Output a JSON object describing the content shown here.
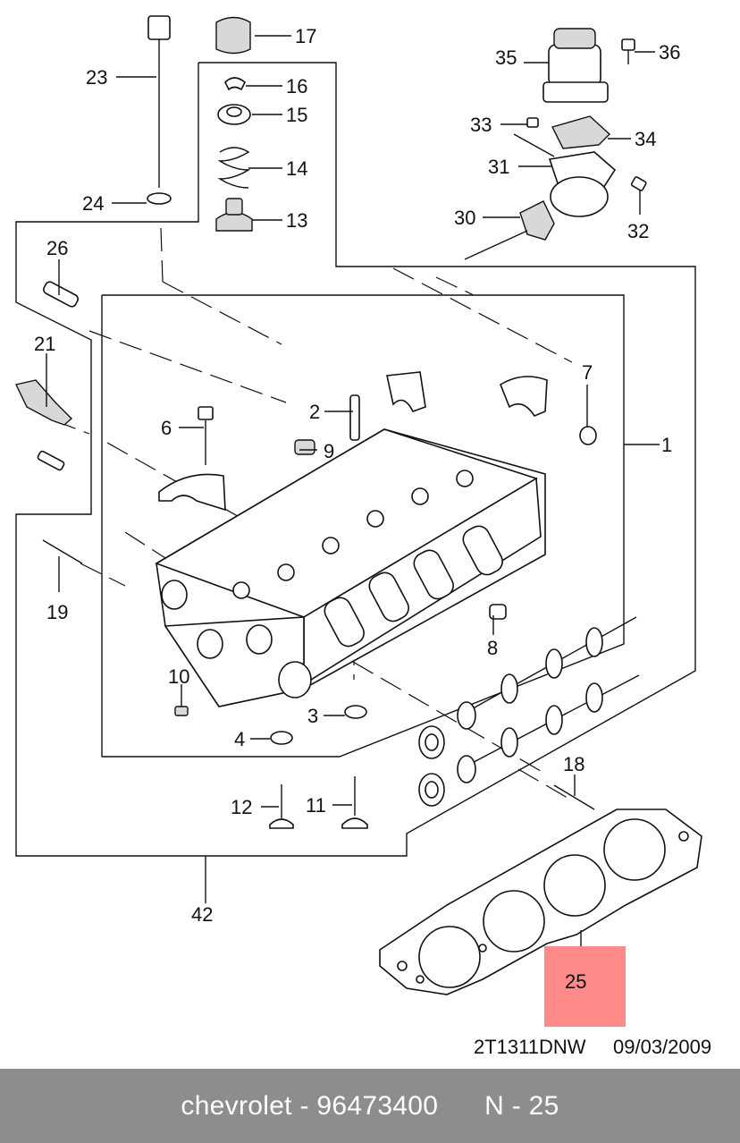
{
  "diagram": {
    "callouts": [
      "1",
      "2",
      "3",
      "4",
      "6",
      "7",
      "8",
      "9",
      "10",
      "11",
      "12",
      "13",
      "14",
      "15",
      "16",
      "17",
      "18",
      "19",
      "21",
      "23",
      "24",
      "25",
      "26",
      "30",
      "31",
      "32",
      "33",
      "34",
      "35",
      "36",
      "42"
    ],
    "highlighted_callout": "25",
    "highlight_color": "#ff8a8a",
    "drawing_code": "2T1311DNW",
    "drawing_date": "09/03/2009"
  },
  "footer": {
    "brand": "chevrolet",
    "part_number": "96473400",
    "position": "N - 25",
    "background_color": "#8d8d8d"
  }
}
